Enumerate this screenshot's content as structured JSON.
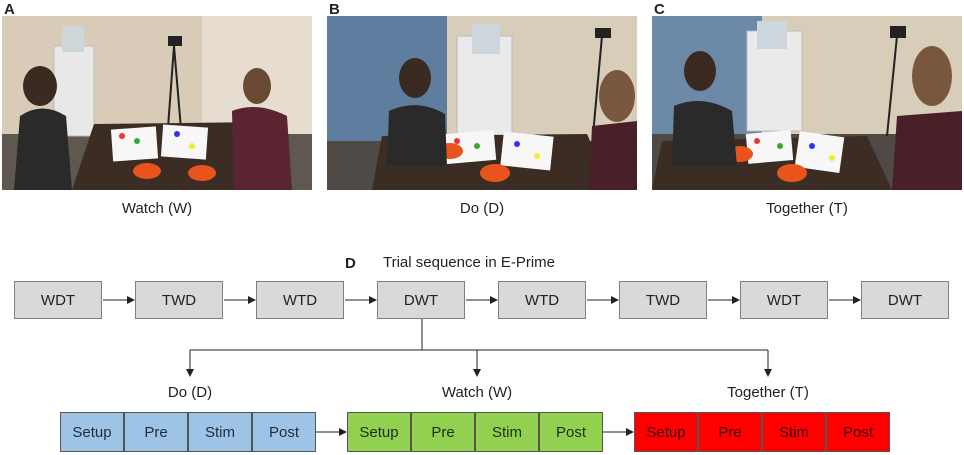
{
  "panels": [
    {
      "letter": "A",
      "caption": "Watch (W)"
    },
    {
      "letter": "B",
      "caption": "Do (D)"
    },
    {
      "letter": "C",
      "caption": "Together (T)"
    }
  ],
  "diagram": {
    "letter": "D",
    "title": "Trial sequence in E-Prime",
    "sequence": [
      "WDT",
      "TWD",
      "WTD",
      "DWT",
      "WTD",
      "TWD",
      "WDT",
      "DWT"
    ],
    "conditions": [
      {
        "label": "Do (D)",
        "color": "#9dc3e6",
        "phases": [
          "Setup",
          "Pre",
          "Stim",
          "Post"
        ]
      },
      {
        "label": "Watch (W)",
        "color": "#92d050",
        "phases": [
          "Setup",
          "Pre",
          "Stim",
          "Post"
        ]
      },
      {
        "label": "Together (T)",
        "color": "#ff0000",
        "phases": [
          "Setup",
          "Pre",
          "Stim",
          "Post"
        ]
      }
    ]
  }
}
